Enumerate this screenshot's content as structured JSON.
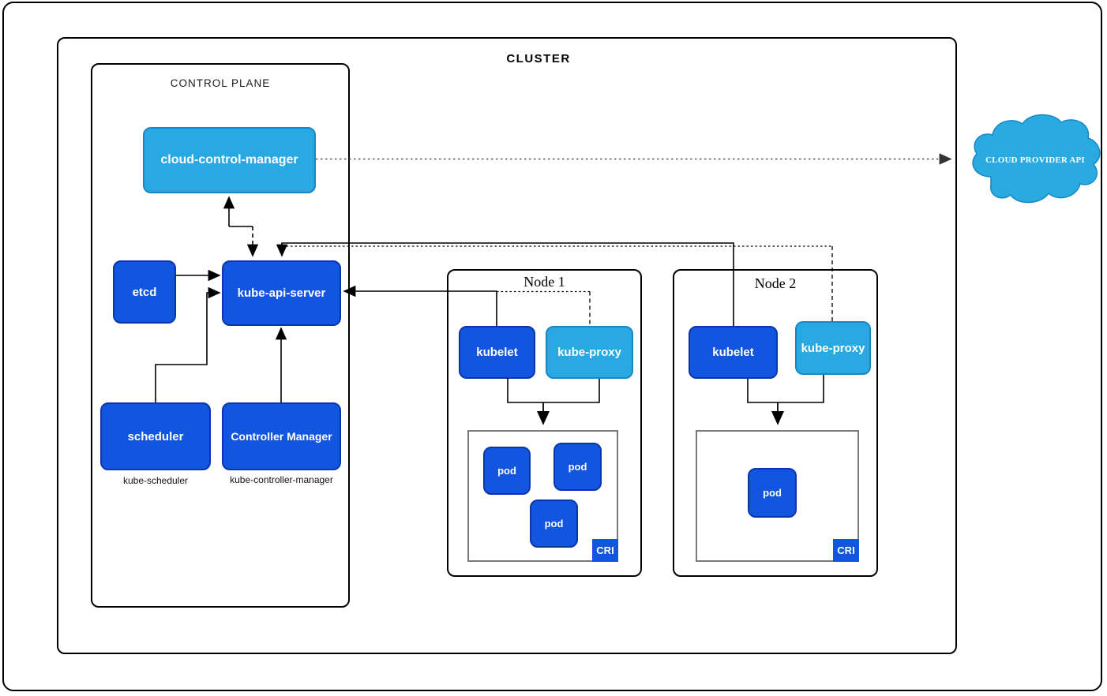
{
  "cluster": {
    "label": "CLUSTER"
  },
  "control_plane": {
    "label": "CONTROL PLANE",
    "components": {
      "cloud_control_manager": "cloud-control-manager",
      "etcd": "etcd",
      "kube_api_server": "kube-api-server",
      "scheduler": "scheduler",
      "controller_manager": "Controller Manager"
    },
    "captions": {
      "scheduler": "kube-scheduler",
      "controller_manager": "kube-controller-manager"
    }
  },
  "nodes": [
    {
      "title": "Node 1",
      "kubelet": "kubelet",
      "kube_proxy": "kube-proxy",
      "pods": [
        "pod",
        "pod",
        "pod"
      ],
      "cri": "CRI"
    },
    {
      "title": "Node 2",
      "kubelet": "kubelet",
      "kube_proxy": "kube-proxy",
      "pods": [
        "pod"
      ],
      "cri": "CRI"
    }
  ],
  "cloud_provider_api": {
    "label": "CLOUD PROVIDER API"
  },
  "colors": {
    "primary_blue": "#1256E0",
    "light_blue": "#29A9E1",
    "cloud_blue": "#29ABE2"
  }
}
